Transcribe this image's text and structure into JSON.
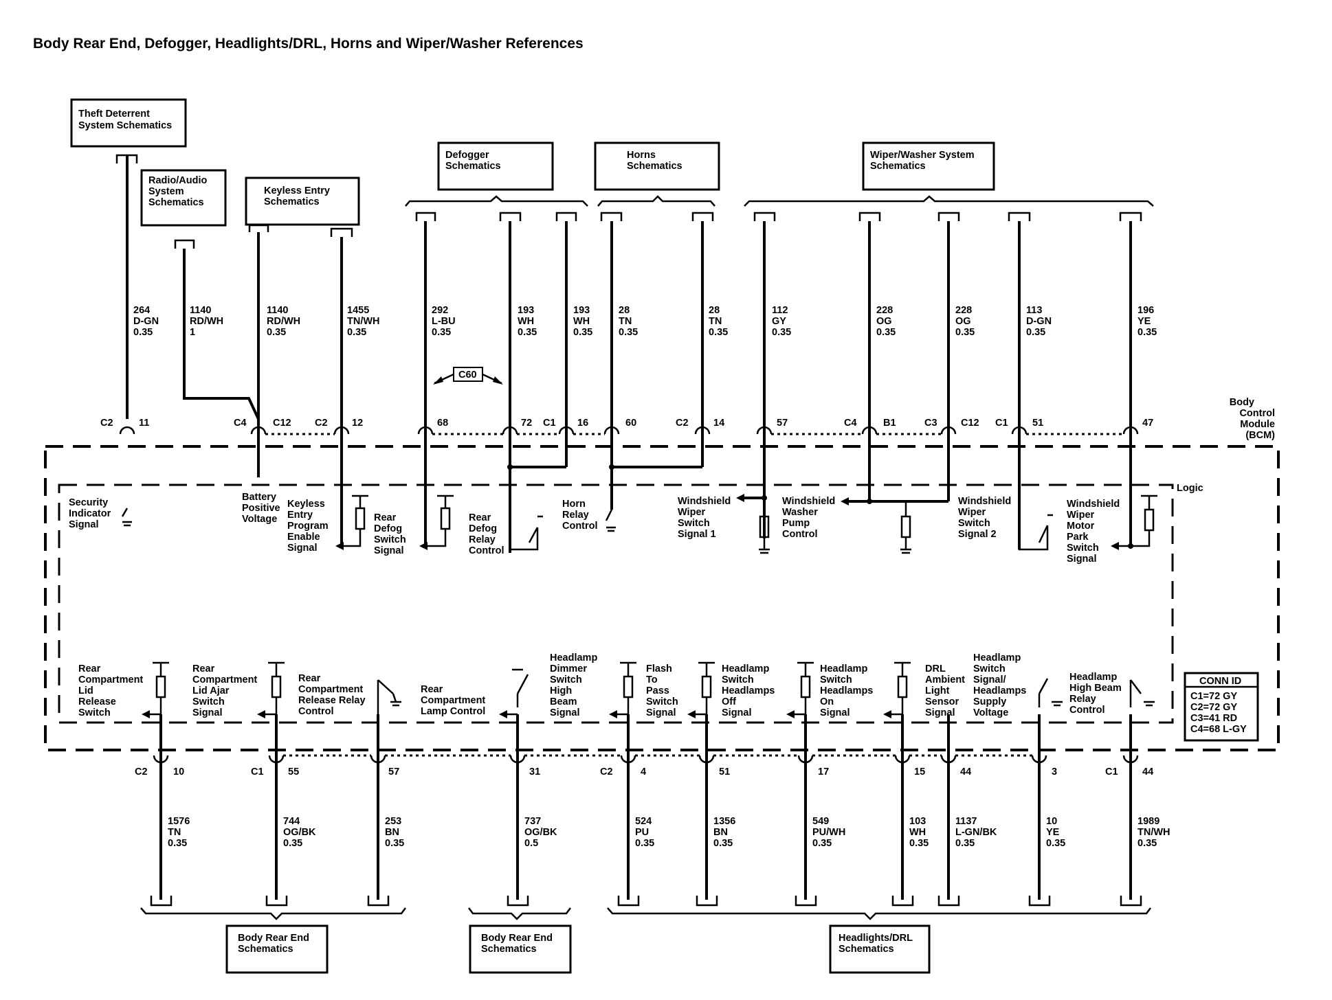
{
  "title": "Body Rear End, Defogger, Headlights/DRL, Horns and Wiper/Washer References",
  "module_label": [
    "Body",
    "Control",
    "Module",
    "(BCM)"
  ],
  "logic_label": "Logic",
  "conn_id": {
    "heading": "CONN ID",
    "rows": [
      "C1=72 GY",
      "C2=72 GY",
      "C3=41 RD",
      "C4=68 L-GY"
    ]
  },
  "inline_connector": "C60",
  "ref_boxes": {
    "theft": [
      "Theft Deterrent",
      "System Schematics"
    ],
    "radio": [
      "Radio/Audio",
      "System",
      "Schematics"
    ],
    "keyless": [
      "Keyless Entry",
      "Schematics"
    ],
    "defogger": [
      "Defogger",
      "Schematics"
    ],
    "horns": [
      "Horns",
      "Schematics"
    ],
    "wiper": [
      "Wiper/Washer System",
      "Schematics"
    ],
    "bodyrear1": [
      "Body Rear End",
      "Schematics"
    ],
    "bodyrear2": [
      "Body Rear End",
      "Schematics"
    ],
    "headlights": [
      "Headlights/DRL",
      "Schematics"
    ]
  },
  "top_wires": [
    [
      "264",
      "D-GN",
      "0.35"
    ],
    [
      "1140",
      "RD/WH",
      "1"
    ],
    [
      "1140",
      "RD/WH",
      "0.35"
    ],
    [
      "1455",
      "TN/WH",
      "0.35"
    ],
    [
      "292",
      "L-BU",
      "0.35"
    ],
    [
      "193",
      "WH",
      "0.35"
    ],
    [
      "193",
      "WH",
      "0.35"
    ],
    [
      "28",
      "TN",
      "0.35"
    ],
    [
      "28",
      "TN",
      "0.35"
    ],
    [
      "112",
      "GY",
      "0.35"
    ],
    [
      "228",
      "OG",
      "0.35"
    ],
    [
      "228",
      "OG",
      "0.35"
    ],
    [
      "113",
      "D-GN",
      "0.35"
    ],
    [
      "196",
      "YE",
      "0.35"
    ]
  ],
  "top_pins": {
    "c2_11": [
      "C2",
      "11"
    ],
    "c4_c12": [
      "C4",
      "C12"
    ],
    "c2_12": [
      "C2",
      "12"
    ],
    "p68": "68",
    "p72": "72",
    "c1_16": [
      "C1",
      "16"
    ],
    "p60": "60",
    "c2_14": [
      "C2",
      "14"
    ],
    "p57": "57",
    "c4_b1": [
      "C4",
      "B1"
    ],
    "c3_c12": [
      "C3",
      "C12"
    ],
    "c1_51": [
      "C1",
      "51"
    ],
    "p47": "47"
  },
  "top_signals": {
    "security": [
      "Security",
      "Indicator",
      "Signal"
    ],
    "battery": [
      "Battery",
      "Positive",
      "Voltage"
    ],
    "keyless": [
      "Keyless",
      "Entry",
      "Program",
      "Enable",
      "Signal"
    ],
    "defog_switch": [
      "Rear",
      "Defog",
      "Switch",
      "Signal"
    ],
    "defog_relay": [
      "Rear",
      "Defog",
      "Relay",
      "Control"
    ],
    "horn_relay": [
      "Horn",
      "Relay",
      "Control"
    ],
    "wiper_sw1": [
      "Windshield",
      "Wiper",
      "Switch",
      "Signal 1"
    ],
    "washer_pump": [
      "Windshield",
      "Washer",
      "Pump",
      "Control"
    ],
    "wiper_sw2": [
      "Windshield",
      "Wiper",
      "Switch",
      "Signal 2"
    ],
    "wiper_park": [
      "Windshield",
      "Wiper",
      "Motor",
      "Park",
      "Switch",
      "Signal"
    ]
  },
  "bottom_signals": {
    "trunk_release": [
      "Rear",
      "Compartment",
      "Lid",
      "Release",
      "Switch"
    ],
    "trunk_ajar": [
      "Rear",
      "Compartment",
      "Lid Ajar",
      "Switch",
      "Signal"
    ],
    "trunk_relay": [
      "Rear",
      "Compartment",
      "Release Relay",
      "Control"
    ],
    "trunk_lamp": [
      "Rear",
      "Compartment",
      "Lamp Control"
    ],
    "dimmer": [
      "Headlamp",
      "Dimmer",
      "Switch",
      "High",
      "Beam",
      "Signal"
    ],
    "flash": [
      "Flash",
      "To",
      "Pass",
      "Switch",
      "Signal"
    ],
    "hl_off": [
      "Headlamp",
      "Switch",
      "Headlamps",
      "Off",
      "Signal"
    ],
    "hl_on": [
      "Headlamp",
      "Switch",
      "Headlamps",
      "On",
      "Signal"
    ],
    "drl": [
      "DRL",
      "Ambient",
      "Light",
      "Sensor",
      "Signal"
    ],
    "hl_supply": [
      "Headlamp",
      "Switch",
      "Signal/",
      "Headlamps",
      "Supply",
      "Voltage"
    ],
    "hl_high": [
      "Headlamp",
      "High Beam",
      "Relay",
      "Control"
    ]
  },
  "bottom_pins": {
    "c2_10": [
      "C2",
      "10"
    ],
    "c1_55": [
      "C1",
      "55"
    ],
    "p57": "57",
    "p31": "31",
    "c2_4": [
      "C2",
      "4"
    ],
    "p51": "51",
    "p17": "17",
    "p15": "15",
    "p44a": "44",
    "p3": "3",
    "c1_44": [
      "C1",
      "44"
    ]
  },
  "bottom_wires": [
    [
      "1576",
      "TN",
      "0.35"
    ],
    [
      "744",
      "OG/BK",
      "0.35"
    ],
    [
      "253",
      "BN",
      "0.35"
    ],
    [
      "737",
      "OG/BK",
      "0.5"
    ],
    [
      "524",
      "PU",
      "0.35"
    ],
    [
      "1356",
      "BN",
      "0.35"
    ],
    [
      "549",
      "PU/WH",
      "0.35"
    ],
    [
      "103",
      "WH",
      "0.35"
    ],
    [
      "1137",
      "L-GN/BK",
      "0.35"
    ],
    [
      "10",
      "YE",
      "0.35"
    ],
    [
      "1989",
      "TN/WH",
      "0.35"
    ]
  ]
}
